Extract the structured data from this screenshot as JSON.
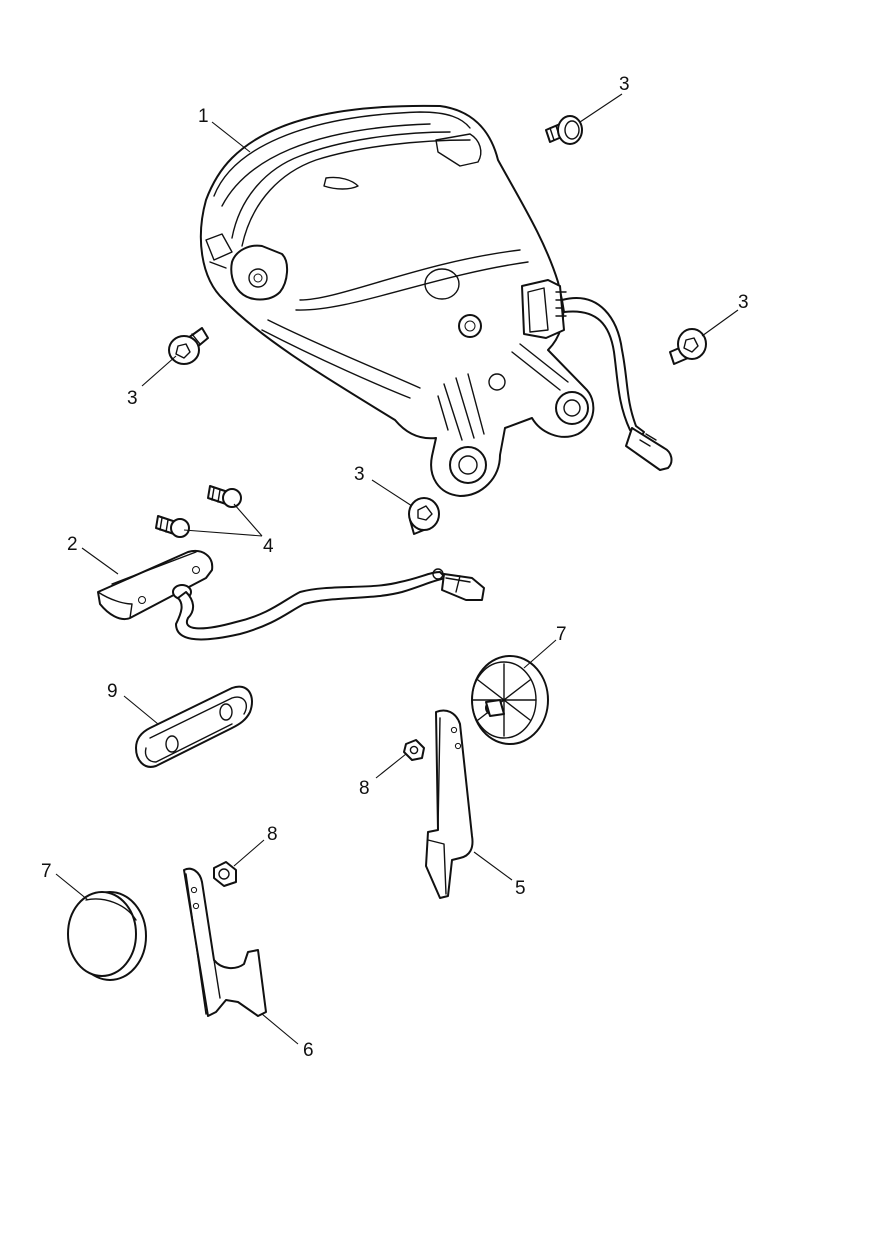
{
  "callouts": {
    "c1": "1",
    "c2": "2",
    "c3a": "3",
    "c3b": "3",
    "c3c": "3",
    "c3d": "3",
    "c4": "4",
    "c5": "5",
    "c6": "6",
    "c7a": "7",
    "c7b": "7",
    "c8a": "8",
    "c8b": "8",
    "c9": "9"
  },
  "colors": {
    "line": "#111111",
    "background": "#ffffff"
  }
}
